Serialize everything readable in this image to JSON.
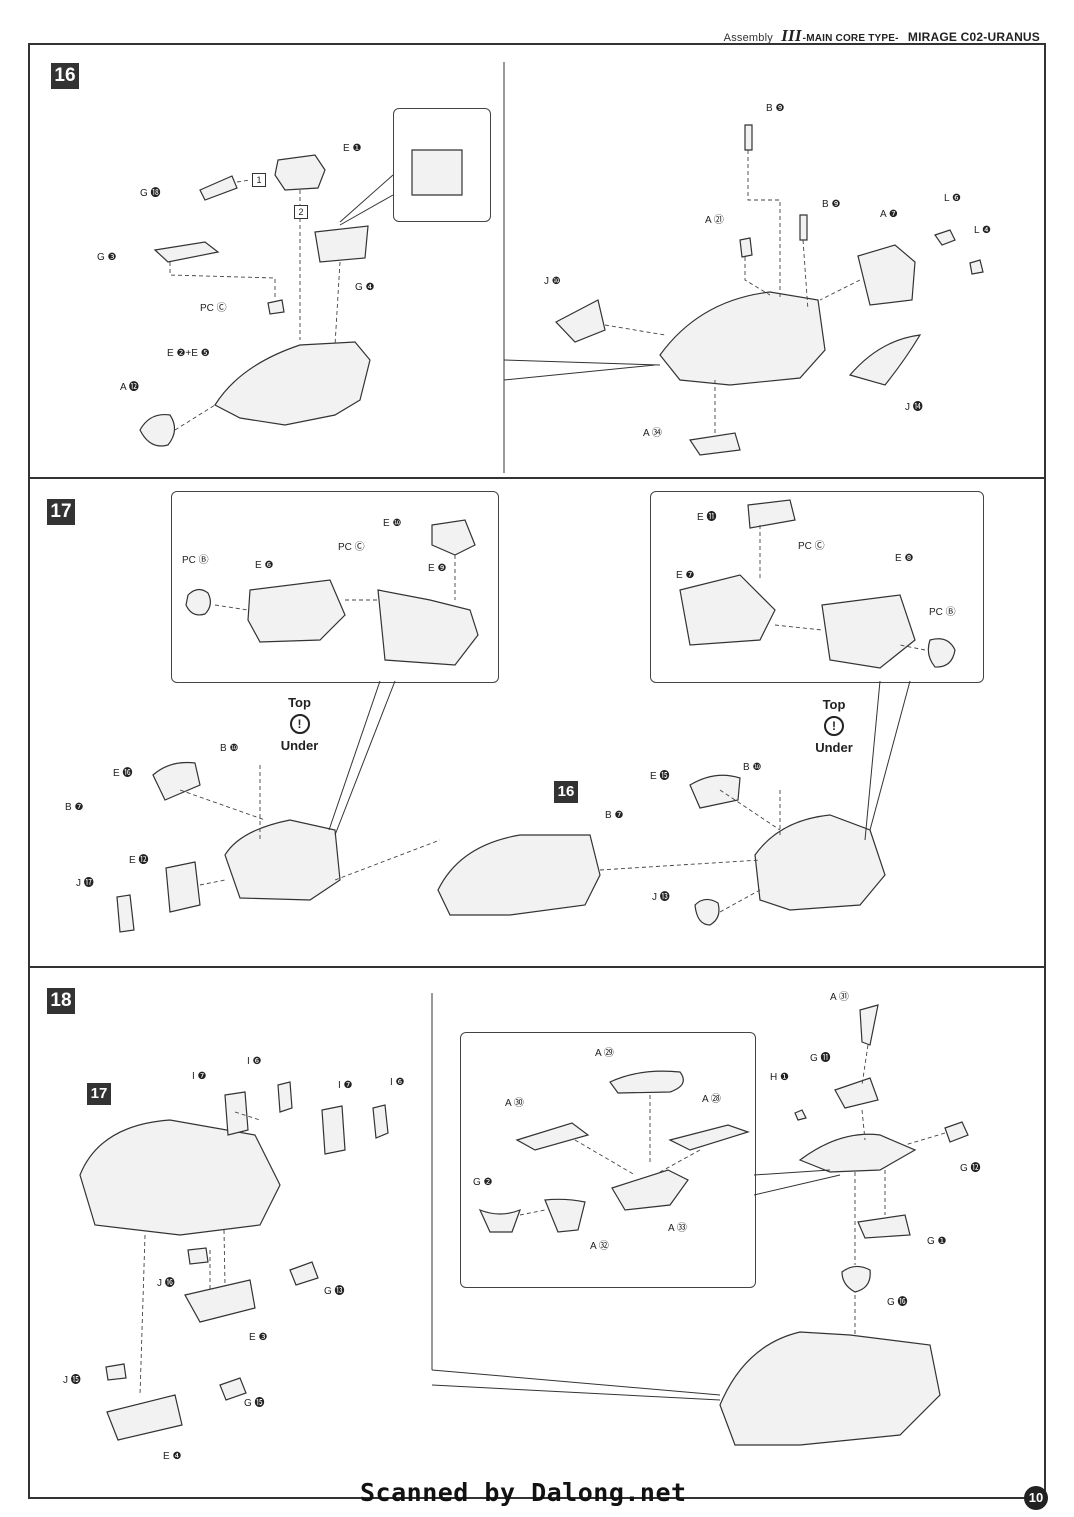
{
  "header": {
    "assembly_label": "Assembly",
    "roman": "III",
    "type_label": "-MAIN CORE TYPE-",
    "model": "MIRAGE C02-URANUS"
  },
  "steps": [
    {
      "number": "16"
    },
    {
      "number": "17"
    },
    {
      "number": "18"
    }
  ],
  "step16_labels": [
    "E ❶",
    "G ⓲",
    "1",
    "2",
    "G ❸",
    "G ❹",
    "PC Ⓒ",
    "E ❷+E ❺",
    "A ⓬",
    "B ❾",
    "B ❾",
    "A ㉑",
    "A ❼",
    "L ❻",
    "L ❹",
    "J ❿",
    "J ⓮",
    "A ㉞"
  ],
  "step17_labels": [
    "E ❿",
    "PC Ⓑ",
    "E ❻",
    "PC Ⓒ",
    "E ❾",
    "E ⓫",
    "E ❼",
    "PC Ⓒ",
    "E ❽",
    "PC Ⓑ",
    "B ❿",
    "E ⓰",
    "B ❼",
    "E ⓬",
    "J ⓱",
    "16",
    "E ⓯",
    "B ❿",
    "B ❼",
    "J ⓭"
  ],
  "step18_labels": [
    "17",
    "I ❼",
    "I ❻",
    "I ❼",
    "I ❻",
    "J ⓰",
    "E ❸",
    "G ⓭",
    "J ⓯",
    "E ❹",
    "G ⓯",
    "A ㉙",
    "A ㉚",
    "A ㉘",
    "G ❷",
    "A ㉜",
    "A ㉝",
    "A ㉛",
    "G ⓫",
    "H ❶",
    "G ⓬",
    "G ❶",
    "G ⓰"
  ],
  "callouts": {
    "top": "Top",
    "under": "Under"
  },
  "footer": {
    "credit": "Scanned by Dalong.net",
    "page": "10"
  }
}
